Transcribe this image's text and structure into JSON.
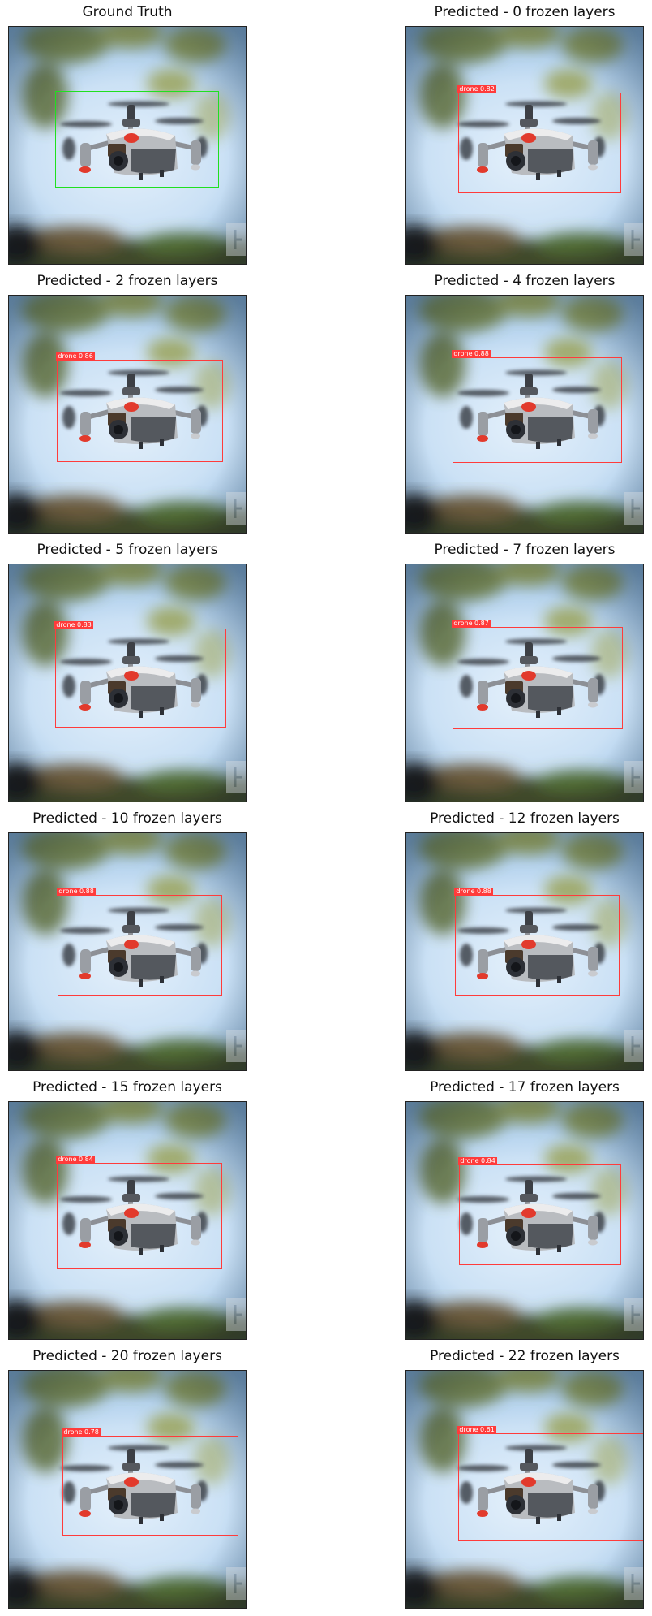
{
  "panels": [
    {
      "title": "Ground Truth",
      "kind": "ground_truth",
      "label": ""
    },
    {
      "title": "Predicted - 0 frozen layers",
      "kind": "prediction",
      "label": "drone  0.82"
    },
    {
      "title": "Predicted - 2 frozen layers",
      "kind": "prediction",
      "label": "drone  0.86"
    },
    {
      "title": "Predicted - 4 frozen layers",
      "kind": "prediction",
      "label": "drone  0.88"
    },
    {
      "title": "Predicted - 5 frozen layers",
      "kind": "prediction",
      "label": "drone  0.83"
    },
    {
      "title": "Predicted - 7 frozen layers",
      "kind": "prediction",
      "label": "drone  0.87"
    },
    {
      "title": "Predicted - 10 frozen layers",
      "kind": "prediction",
      "label": "drone  0.88"
    },
    {
      "title": "Predicted - 12 frozen layers",
      "kind": "prediction",
      "label": "drone  0.88"
    },
    {
      "title": "Predicted - 15 frozen layers",
      "kind": "prediction",
      "label": "drone  0.84"
    },
    {
      "title": "Predicted - 17 frozen layers",
      "kind": "prediction",
      "label": "drone  0.84"
    },
    {
      "title": "Predicted - 20 frozen layers",
      "kind": "prediction",
      "label": "drone  0.78"
    },
    {
      "title": "Predicted - 22 frozen layers",
      "kind": "prediction",
      "label": "drone  0.61"
    }
  ],
  "colors": {
    "ground_truth_box": "#1fe01f",
    "prediction_box": "#ff3b3b"
  }
}
